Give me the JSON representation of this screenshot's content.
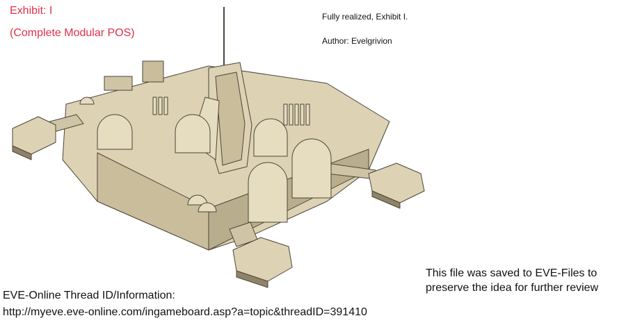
{
  "heading": {
    "line1": "Exhibit: I",
    "line2": "(Complete Modular POS)"
  },
  "meta": {
    "status": "Fully realized, Exhibit I.",
    "author": "Author: Evelgrivion"
  },
  "note": {
    "line1": "This file was saved to EVE-Files to",
    "line2": "preserve the idea for further review"
  },
  "footer": {
    "label": "EVE-Online Thread ID/Information:",
    "url": "http://myeve.eve-online.com/ingameboard.asp?a=topic&threadID=391410"
  },
  "colors": {
    "heading": "#e0304a",
    "hull_light": "#ddd2b4",
    "hull_mid": "#c9bd9c",
    "hull_dark": "#8f8468",
    "outline": "#4a4538"
  }
}
